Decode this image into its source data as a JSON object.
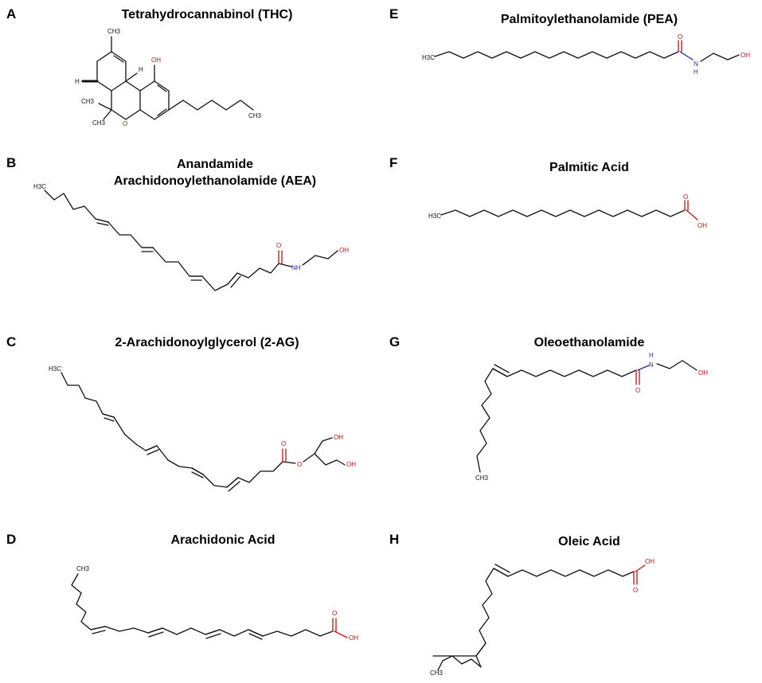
{
  "panels": [
    {
      "letter": "A",
      "title": "Tetrahydrocannabinol (THC)",
      "atoms": [
        "OH",
        "O",
        "H",
        "H",
        "CH3",
        "CH3",
        "CH3",
        "CH3"
      ]
    },
    {
      "letter": "B",
      "title_line1": "Anandamide",
      "title_line2": "Arachidonoylethanolamide (AEA)",
      "atoms": [
        "H3C",
        "O",
        "NH",
        "OH"
      ]
    },
    {
      "letter": "C",
      "title": "2-Arachidonoylglycerol (2-AG)",
      "atoms": [
        "H3C",
        "O",
        "O",
        "OH",
        "OH"
      ]
    },
    {
      "letter": "D",
      "title": "Arachidonic Acid",
      "atoms": [
        "CH3",
        "O",
        "OH"
      ]
    },
    {
      "letter": "E",
      "title": "Palmitoylethanolamide (PEA)",
      "atoms": [
        "H3C",
        "O",
        "N",
        "H",
        "OH"
      ]
    },
    {
      "letter": "F",
      "title": "Palmitic Acid",
      "atoms": [
        "H3C",
        "O",
        "OH"
      ]
    },
    {
      "letter": "G",
      "title": "Oleoethanolamide",
      "atoms": [
        "H",
        "N",
        "O",
        "OH",
        "CH3"
      ]
    },
    {
      "letter": "H",
      "title": "Oleic Acid",
      "atoms": [
        "OH",
        "O",
        "CH3"
      ]
    }
  ]
}
